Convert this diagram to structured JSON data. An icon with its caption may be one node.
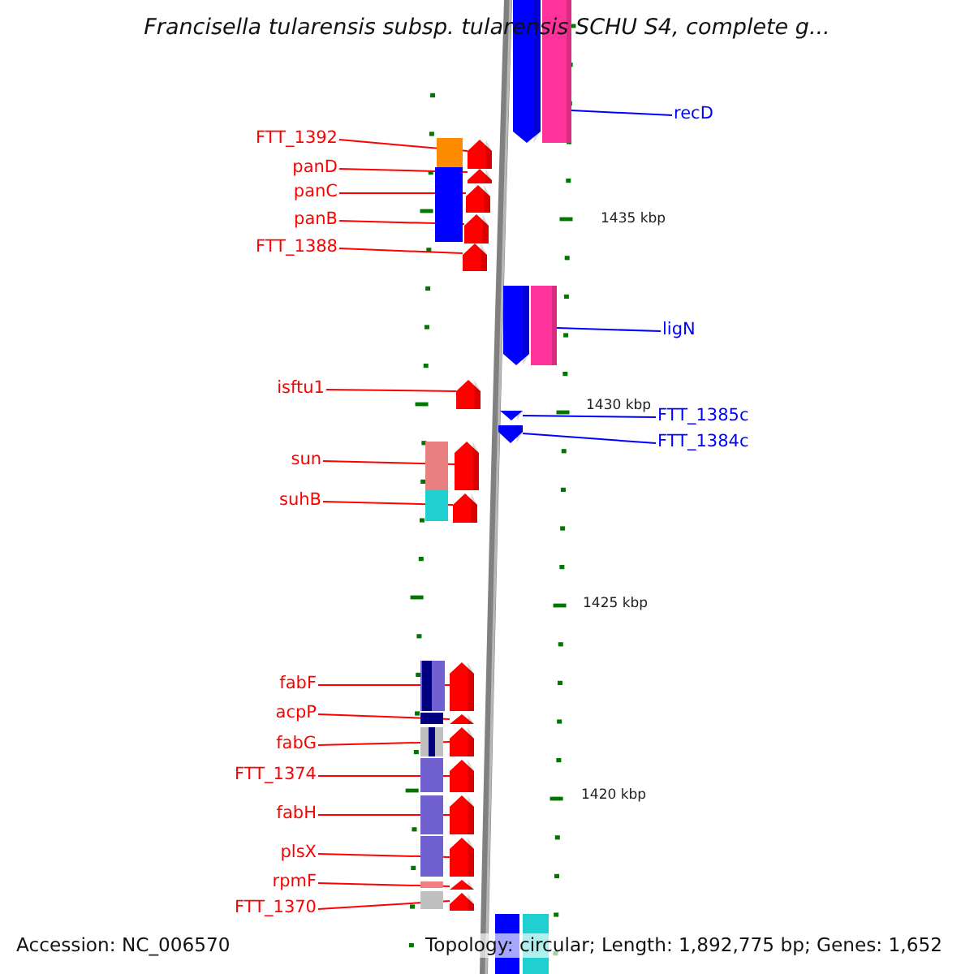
{
  "diagram": {
    "title": "Francisella tularensis subsp. tularensis SCHU S4, complete g...",
    "nodes": [
      {
        "text": [
          "FTT_1392"
        ]
      },
      {
        "text": [
          "panD"
        ]
      },
      {
        "text": [
          "panC"
        ]
      },
      {
        "text": [
          "panB"
        ]
      },
      {
        "text": [
          "FTT_1388"
        ]
      },
      {
        "text": [
          "isftu1"
        ]
      },
      {
        "text": [
          "sun"
        ]
      },
      {
        "text": [
          "suhB"
        ]
      },
      {
        "text": [
          "fabF"
        ]
      },
      {
        "text": [
          "acpP"
        ]
      },
      {
        "text": [
          "fabG"
        ]
      },
      {
        "text": [
          "FTT_1374"
        ]
      },
      {
        "text": [
          "fabH"
        ]
      },
      {
        "text": [
          "plsX"
        ]
      },
      {
        "text": [
          "rpmF"
        ]
      },
      {
        "text": [
          "FTT_1370"
        ]
      },
      {
        "text": [
          "recD"
        ]
      },
      {
        "text": [
          "ligN"
        ]
      },
      {
        "text": [
          "FTT_1385c"
        ]
      },
      {
        "text": [
          "FTT_1384c"
        ]
      },
      {
        "text": [],
        "shape": "arrow"
      },
      {
        "text": [],
        "shape": "arrow"
      },
      {
        "text": [],
        "shape": "arrow"
      },
      {
        "text": [],
        "shape": "arrow"
      },
      {
        "text": [],
        "shape": "arrow"
      },
      {
        "text": [],
        "shape": "arrow"
      },
      {
        "text": [],
        "shape": "arrow"
      },
      {
        "text": [],
        "shape": "arrow"
      },
      {
        "text": [],
        "shape": "arrow"
      },
      {
        "text": [],
        "shape": "arrow"
      },
      {
        "text": [],
        "shape": "arrow"
      },
      {
        "text": [],
        "shape": "arrow"
      },
      {
        "text": [],
        "shape": "arrow"
      },
      {
        "text": [],
        "shape": "arrow"
      },
      {
        "text": [],
        "shape": "arrow"
      },
      {
        "text": [],
        "shape": "arrow"
      },
      {
        "text": [],
        "shape": "arrow"
      },
      {
        "text": [],
        "shape": "arrow"
      },
      {
        "text": [],
        "shape": "arrow"
      },
      {
        "text": [],
        "shape": "arrow"
      }
    ],
    "edges": [
      {
        "from": 0,
        "to": 20,
        "arrow": "none"
      },
      {
        "from": 1,
        "to": 21,
        "arrow": "none"
      },
      {
        "from": 2,
        "to": 22,
        "arrow": "none"
      },
      {
        "from": 3,
        "to": 23,
        "arrow": "none"
      },
      {
        "from": 4,
        "to": 24,
        "arrow": "none"
      },
      {
        "from": 5,
        "to": 25,
        "arrow": "none"
      },
      {
        "from": 6,
        "to": 26,
        "arrow": "none"
      },
      {
        "from": 7,
        "to": 27,
        "arrow": "none"
      },
      {
        "from": 8,
        "to": 28,
        "arrow": "none"
      },
      {
        "from": 9,
        "to": 29,
        "arrow": "none"
      },
      {
        "from": 10,
        "to": 30,
        "arrow": "none"
      },
      {
        "from": 11,
        "to": 31,
        "arrow": "none"
      },
      {
        "from": 12,
        "to": 32,
        "arrow": "none"
      },
      {
        "from": 13,
        "to": 33,
        "arrow": "none"
      },
      {
        "from": 14,
        "to": 34,
        "arrow": "none"
      },
      {
        "from": 15,
        "to": 35,
        "arrow": "none"
      },
      {
        "from": 16,
        "to": 36,
        "arrow": "none",
        "color": "#0000ff"
      },
      {
        "from": 17,
        "to": 37,
        "arrow": "none",
        "color": "#0000ff"
      },
      {
        "from": 18,
        "to": 38,
        "arrow": "none",
        "color": "#0000ff"
      },
      {
        "from": 19,
        "to": 39,
        "arrow": "none",
        "color": "#0000ff"
      }
    ],
    "labels": [
      "1435 kbp",
      "1430 kbp",
      "1425 kbp",
      "1420 kbp",
      "Accession: NC_006570",
      "Topology: circular; Length: 1,892,775 bp; Genes: 1,652"
    ]
  }
}
